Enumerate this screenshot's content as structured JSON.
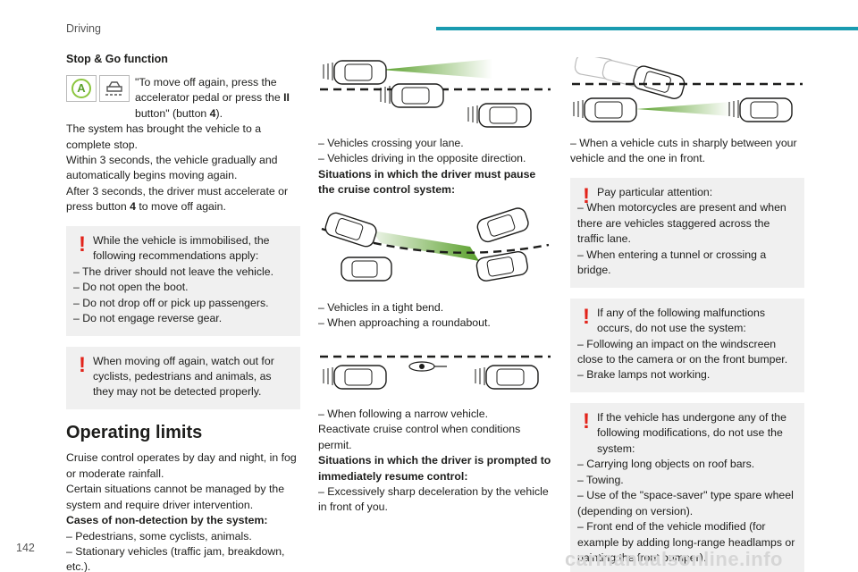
{
  "header": {
    "section": "Driving",
    "page_number": "142"
  },
  "col1": {
    "title": "Stop & Go function",
    "icon_text_1": "\"To move off again, press the accelerator pedal or press the ",
    "icon_text_bold": "II",
    "icon_text_2": " button\" (button ",
    "icon_text_btn": "4",
    "icon_text_3": ").",
    "p1": "The system has brought the vehicle to a complete stop.",
    "p2": "Within 3 seconds, the vehicle gradually and automatically begins moving again.",
    "p3_a": "After 3 seconds, the driver must accelerate or press button ",
    "p3_btn": "4",
    "p3_b": " to move off again.",
    "warn1": {
      "lead": "While the vehicle is immobilised, the following recommendations apply:",
      "items": [
        "– The driver should not leave the vehicle.",
        "– Do not open the boot.",
        "– Do not drop off or pick up passengers.",
        "– Do not engage reverse gear."
      ]
    },
    "warn2": "When moving off again, watch out for cyclists, pedestrians and animals, as they may not be detected properly.",
    "limits_title": "Operating limits",
    "limits_p1": "Cruise control operates by day and night, in fog or moderate rainfall.",
    "limits_p2": "Certain situations cannot be managed by the system and require driver intervention.",
    "nondetect_title": "Cases of non-detection by the system:",
    "nondetect_items": [
      "– Pedestrians, some cyclists, animals.",
      "– Stationary vehicles (traffic jam, breakdown, etc.)."
    ]
  },
  "col2": {
    "items1": [
      "– Vehicles crossing your lane.",
      "– Vehicles driving in the opposite direction."
    ],
    "pause_title": "Situations in which the driver must pause the cruise control system:",
    "items2": [
      "– Vehicles in a tight bend.",
      "– When approaching a roundabout."
    ],
    "items3": [
      "– When following a narrow vehicle."
    ],
    "reactivate": "Reactivate cruise control when conditions permit.",
    "prompted_title": "Situations in which the driver is prompted to immediately resume control:",
    "items4": [
      "– Excessively sharp deceleration by the vehicle in front of you."
    ]
  },
  "col3": {
    "items1": [
      "– When a vehicle cuts in sharply between your vehicle and the one in front."
    ],
    "warn1": {
      "lead": "Pay particular attention:",
      "items": [
        "– When motorcycles are present and when there are vehicles staggered across the traffic lane.",
        "– When entering a tunnel or crossing a bridge."
      ]
    },
    "warn2": {
      "lead": "If any of the following malfunctions occurs, do not use the system:",
      "items": [
        "– Following an impact on the windscreen close to the camera or on the front bumper.",
        "– Brake lamps not working."
      ]
    },
    "warn3": {
      "lead": "If the vehicle has undergone any of the following modifications, do not use the system:",
      "items": [
        "– Carrying long objects on roof bars.",
        "– Towing.",
        "– Use of the \"space-saver\" type spare wheel (depending on version).",
        "– Front end of the vehicle modified (for example by adding long-range headlamps or painting the front bumper)."
      ]
    }
  },
  "watermark": "carmanualsonline.info",
  "colors": {
    "accent": "#1a9bb0",
    "warning": "#e2231a",
    "beam": "#5aa02c"
  }
}
